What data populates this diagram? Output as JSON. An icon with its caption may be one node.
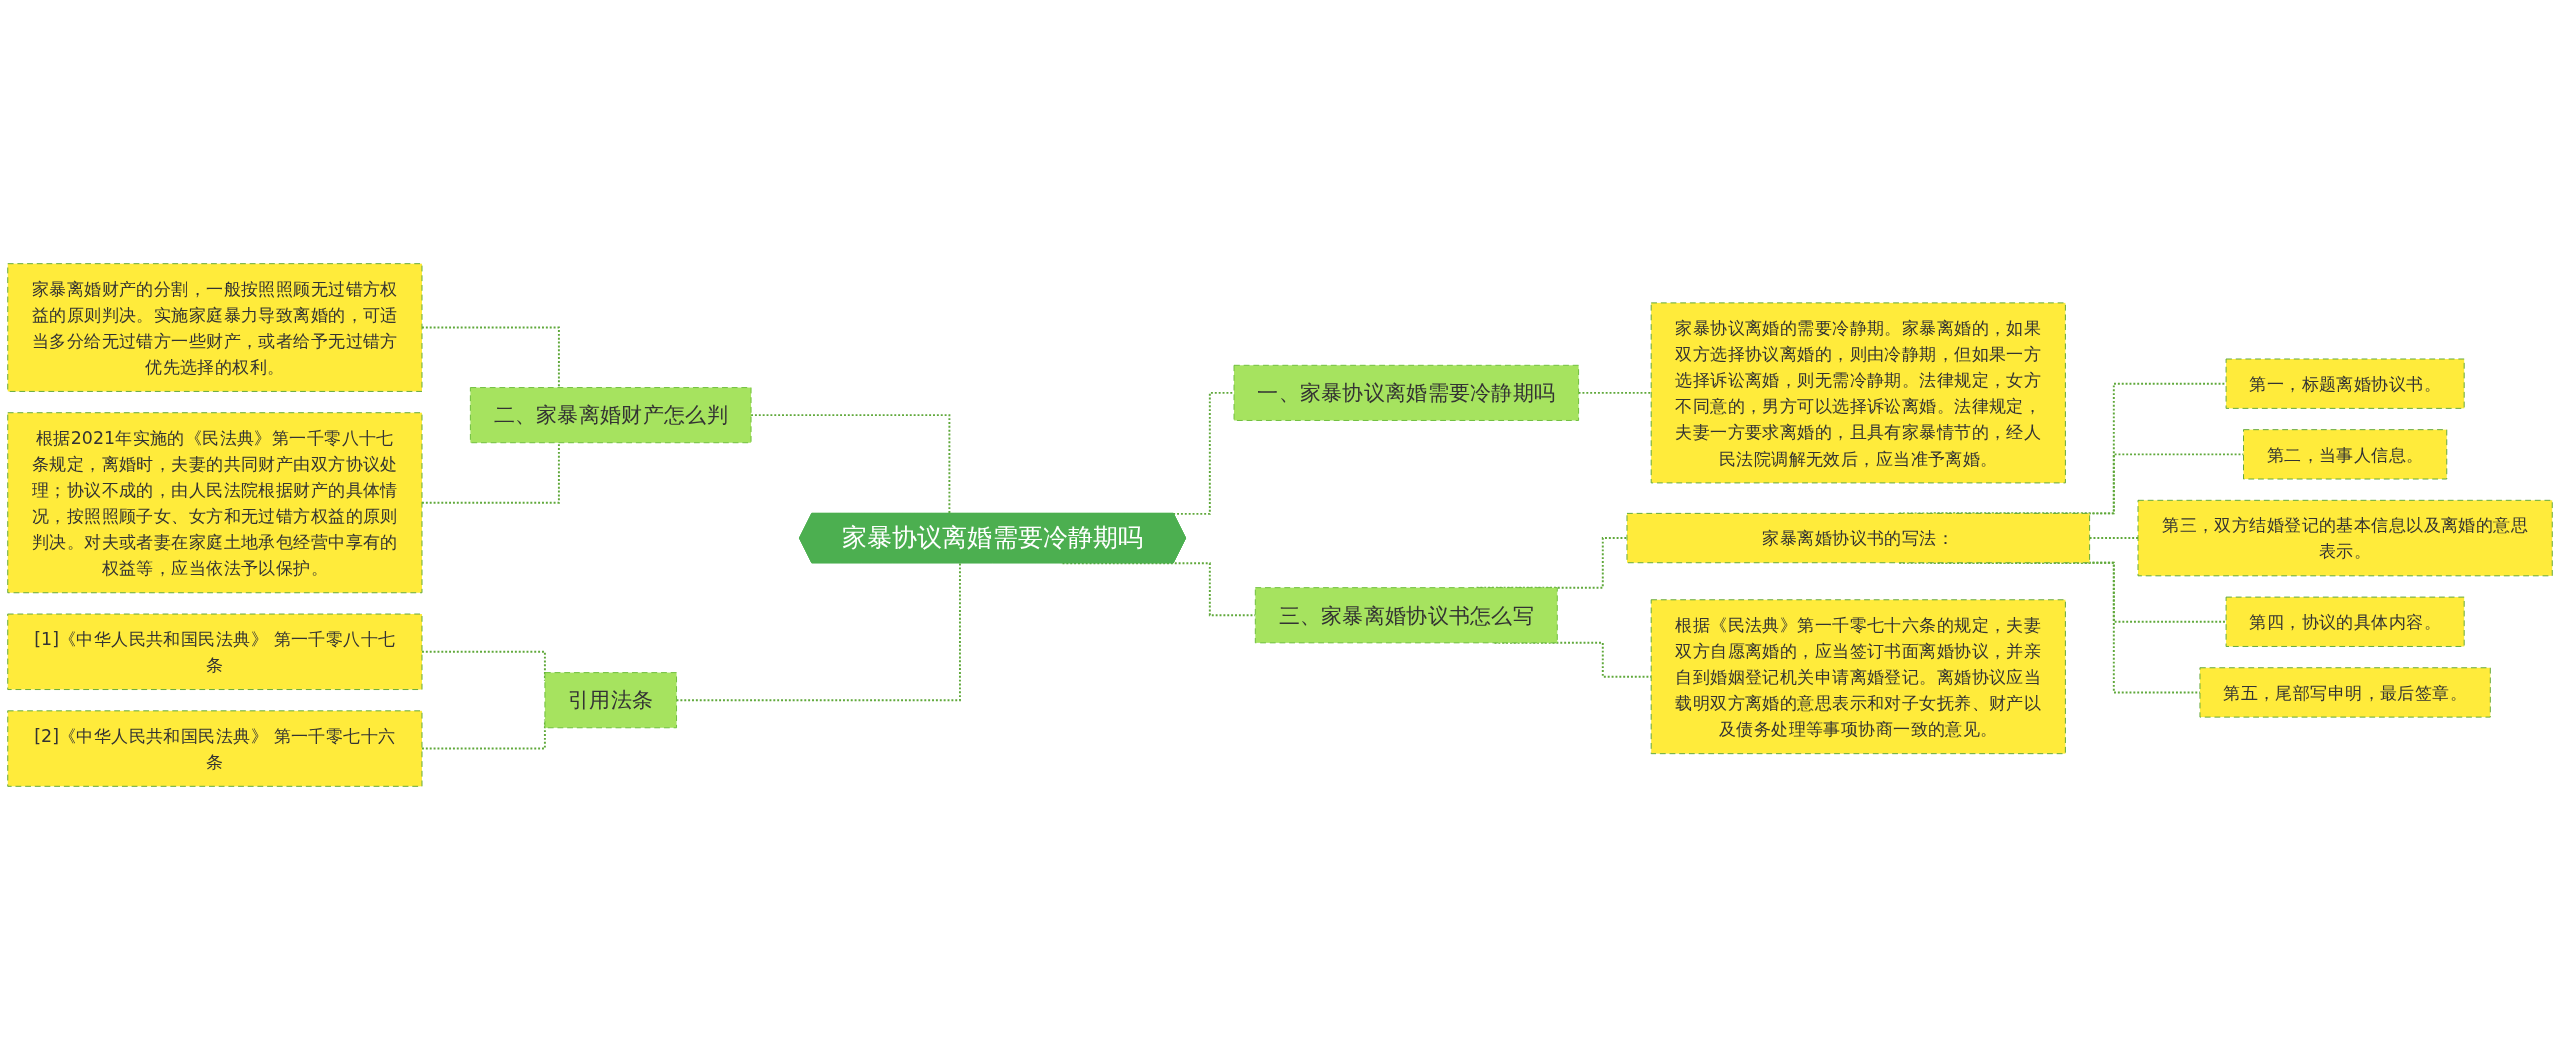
{
  "diagram": {
    "nodes": [
      {
        "text": [
          "家暴协议离婚需要冷静期吗"
        ]
      },
      {
        "text": [
          "一、家暴协议离婚需要冷静期吗"
        ]
      },
      {
        "text": [
          "家暴协议离婚的需要冷静期。家暴离婚的，如果双方选择协议离婚的，则由冷静期，但如果一方选择诉讼离婚，则无需冷静期。法律规定，女方不同意的，男方可以选择诉讼离婚。法律规定，夫妻一方要求离婚的，且具有家暴情节的，经人民法院调解无效后，应当准予离婚。"
        ]
      },
      {
        "text": [
          "二、家暴离婚财产怎么判"
        ]
      },
      {
        "text": [
          "家暴离婚财产的分割，一般按照照顾无过错方权益的原则判决。实施家庭暴力导致离婚的，可适当多分给无过错方一些财产，或者给予无过错方优先选择的权利。"
        ]
      },
      {
        "text": [
          "根据2021年实施的《民法典》第一千零八十七条规定，离婚时，夫妻的共同财产由双方协议处理；协议不成的，由人民法院根据财产的具体情况，按照照顾子女、女方和无过错方权益的原则判决。对夫或者妻在家庭土地承包经营中享有的权益等，应当依法予以保护。"
        ]
      },
      {
        "text": [
          "引用法条"
        ]
      },
      {
        "text": [
          "[1]《中华人民共和国民法典》 第一千零八十七条"
        ]
      },
      {
        "text": [
          "[2]《中华人民共和国民法典》 第一千零七十六条"
        ]
      },
      {
        "text": [
          "三、家暴离婚协议书怎么写"
        ]
      },
      {
        "text": [
          "家暴离婚协议书的写法："
        ]
      },
      {
        "text": [
          "第一，标题离婚协议书。"
        ]
      },
      {
        "text": [
          "第二，当事人信息。"
        ]
      },
      {
        "text": [
          "第三，双方结婚登记的基本信息以及离婚的意思表示。"
        ]
      },
      {
        "text": [
          "第四，协议的具体内容。"
        ]
      },
      {
        "text": [
          "第五，尾部写申明，最后签章。"
        ]
      },
      {
        "text": [
          "根据《民法典》第一千零七十六条的规定，夫妻双方自愿离婚的，应当签订书面离婚协议，并亲自到婚姻登记机关申请离婚登记。离婚协议应当载明双方离婚的意思表示和对子女抚养、财产以及债务处理等事项协商一致的意见。"
        ]
      }
    ],
    "edges": [
      {
        "from": 0,
        "to": 1,
        "arrow": "none",
        "style": "dashed"
      },
      {
        "from": 1,
        "to": 2,
        "arrow": "none",
        "style": "dashed"
      },
      {
        "from": 3,
        "to": 0,
        "arrow": "none",
        "style": "dashed"
      },
      {
        "from": 4,
        "to": 3,
        "arrow": "none",
        "style": "dashed"
      },
      {
        "from": 5,
        "to": 3,
        "arrow": "none",
        "style": "dashed"
      },
      {
        "from": 6,
        "to": 0,
        "arrow": "none",
        "style": "dashed"
      },
      {
        "from": 7,
        "to": 6,
        "arrow": "none",
        "style": "dashed"
      },
      {
        "from": 8,
        "to": 6,
        "arrow": "none",
        "style": "dashed"
      },
      {
        "from": 0,
        "to": 9,
        "arrow": "none",
        "style": "dashed"
      },
      {
        "from": 9,
        "to": 10,
        "arrow": "none",
        "style": "dashed"
      },
      {
        "from": 10,
        "to": 11,
        "arrow": "none",
        "style": "dashed"
      },
      {
        "from": 10,
        "to": 12,
        "arrow": "none",
        "style": "dashed"
      },
      {
        "from": 10,
        "to": 13,
        "arrow": "none",
        "style": "dashed"
      },
      {
        "from": 10,
        "to": 14,
        "arrow": "none",
        "style": "dashed"
      },
      {
        "from": 10,
        "to": 15,
        "arrow": "none",
        "style": "dashed"
      },
      {
        "from": 9,
        "to": 16,
        "arrow": "none",
        "style": "dashed"
      }
    ]
  }
}
